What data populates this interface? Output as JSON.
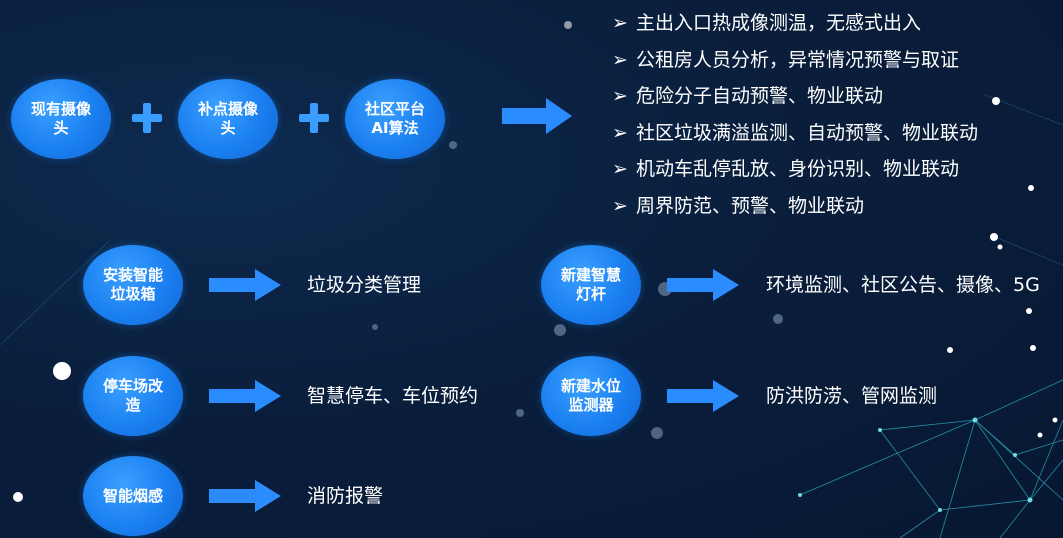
{
  "top_row": {
    "inputs": [
      {
        "label": "现有摄像头"
      },
      {
        "label": "补点摄像头"
      },
      {
        "label": "社区平台AI算法"
      }
    ],
    "bullet_marker": "➢",
    "outputs": [
      "主出入口热成像测温，无感式出入",
      "公租房人员分析，异常情况预警与取证",
      "危险分子自动预警、物业联动",
      "社区垃圾满溢监测、自动预警、物业联动",
      "机动车乱停乱放、身份识别、物业联动",
      "周界防范、预警、物业联动"
    ]
  },
  "items": [
    {
      "circle": "安装智能垃圾箱",
      "result": "垃圾分类管理"
    },
    {
      "circle": "停车场改造",
      "result": "智慧停车、车位预约"
    },
    {
      "circle": "智能烟感",
      "result": "消防报警"
    },
    {
      "circle": "新建智慧灯杆",
      "result": "环境监测、社区公告、摄像、5G"
    },
    {
      "circle": "新建水位监测器",
      "result": "防洪防涝、管网监测"
    }
  ],
  "colors": {
    "background": "#0a1f3d",
    "circle": "#1a7ff0",
    "arrow": "#2a8cff",
    "text": "#ffffff"
  }
}
